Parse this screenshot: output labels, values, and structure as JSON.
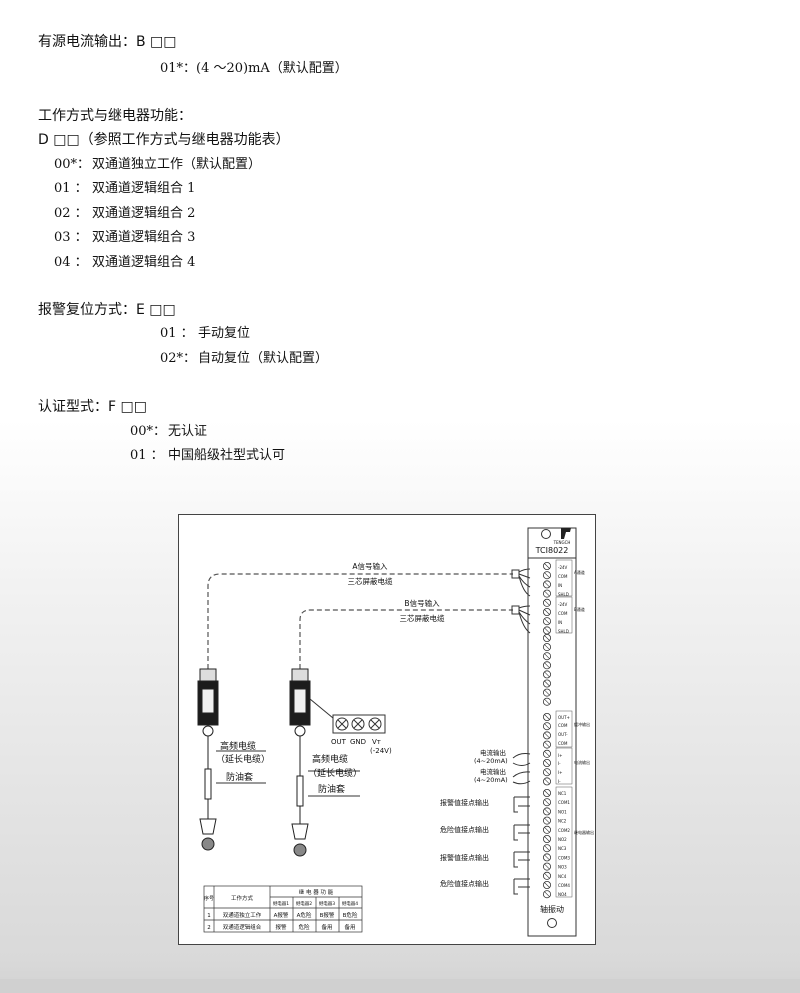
{
  "sections": {
    "b": {
      "heading": "有源电流输出：B □□",
      "items": [
        {
          "code": "01*：",
          "text": "(4 ～20)mA（默认配置）"
        }
      ]
    },
    "d": {
      "heading": "工作方式与继电器功能：",
      "subheading": "D □□（参照工作方式与继电器功能表）",
      "items": [
        {
          "code": "00*：",
          "text": "双通道独立工作（默认配置）"
        },
        {
          "code": "01 ：",
          "text": "双通道逻辑组合 1"
        },
        {
          "code": "02 ：",
          "text": "双通道逻辑组合 2"
        },
        {
          "code": "03 ：",
          "text": "双通道逻辑组合 3"
        },
        {
          "code": "04 ：",
          "text": "双通道逻辑组合 4"
        }
      ]
    },
    "e": {
      "heading": "报警复位方式：E □□",
      "items": [
        {
          "code": "01 ：",
          "text": "手动复位"
        },
        {
          "code": "02*：",
          "text": "自动复位（默认配置）"
        }
      ]
    },
    "f": {
      "heading": "认证型式：F □□",
      "items": [
        {
          "code": "00*：",
          "text": "无认证"
        },
        {
          "code": "01 ：",
          "text": "中国船级社型式认可"
        }
      ]
    }
  },
  "diagram": {
    "module": {
      "model": "TCI8022",
      "brand": "TENGCH",
      "footer": "轴振动"
    },
    "cable_a": {
      "title": "A信号输入",
      "subtitle": "三芯屏蔽电缆"
    },
    "cable_b": {
      "title": "B信号输入",
      "subtitle": "三芯屏蔽电缆"
    },
    "sensor_left": {
      "line1": "高频电缆",
      "line2": "（延长电缆）",
      "line3": "防油套"
    },
    "sensor_right": {
      "line1": "高频电缆",
      "line2": "（延长电缆）",
      "line3": "防油套"
    },
    "terminals_label": {
      "out": "OUT",
      "gnd": "GND",
      "vt": "Vт",
      "voltage": "(-24V)"
    },
    "channel_a_terms": [
      "-24V",
      "COM",
      "IN",
      "SHLD"
    ],
    "channel_a_side": "A通道",
    "channel_b_terms": [
      "-24V",
      "COM",
      "IN",
      "SHLD"
    ],
    "channel_b_side": "B通道",
    "out_terms": [
      "OUT+",
      "COM",
      "OUT-",
      "COM"
    ],
    "out_side": "缓冲输出",
    "current_terms": [
      "I+",
      "I-",
      "I+",
      "I-"
    ],
    "current_side": "电流输出",
    "relay_terms": [
      "NC1",
      "COM1",
      "NO1",
      "NC2",
      "COM2",
      "NO2",
      "NC3",
      "COM3",
      "NO3",
      "NC4",
      "COM4",
      "NO4"
    ],
    "relay_side": "继电器输出",
    "current_out_1": {
      "line1": "电流输出",
      "line2": "(4~20mA)"
    },
    "current_out_2": {
      "line1": "电流输出",
      "line2": "(4~20mA)"
    },
    "relay_labels": [
      "报警值接点输出",
      "危险值接点输出",
      "报警值接点输出",
      "危险值接点输出"
    ],
    "table": {
      "h_seq": "序号",
      "h_mode": "工作方式",
      "h_group": "继 电 器 功 能",
      "sub": [
        "继电器1",
        "继电器2",
        "继电器3",
        "继电器4"
      ],
      "rows": [
        {
          "no": "1",
          "mode": "双通道独立工作",
          "r": [
            "A报警",
            "A危险",
            "B报警",
            "B危险"
          ]
        },
        {
          "no": "2",
          "mode": "双通道逻辑组合",
          "r": [
            "报警",
            "危险",
            "备用",
            "备用"
          ]
        }
      ]
    }
  }
}
